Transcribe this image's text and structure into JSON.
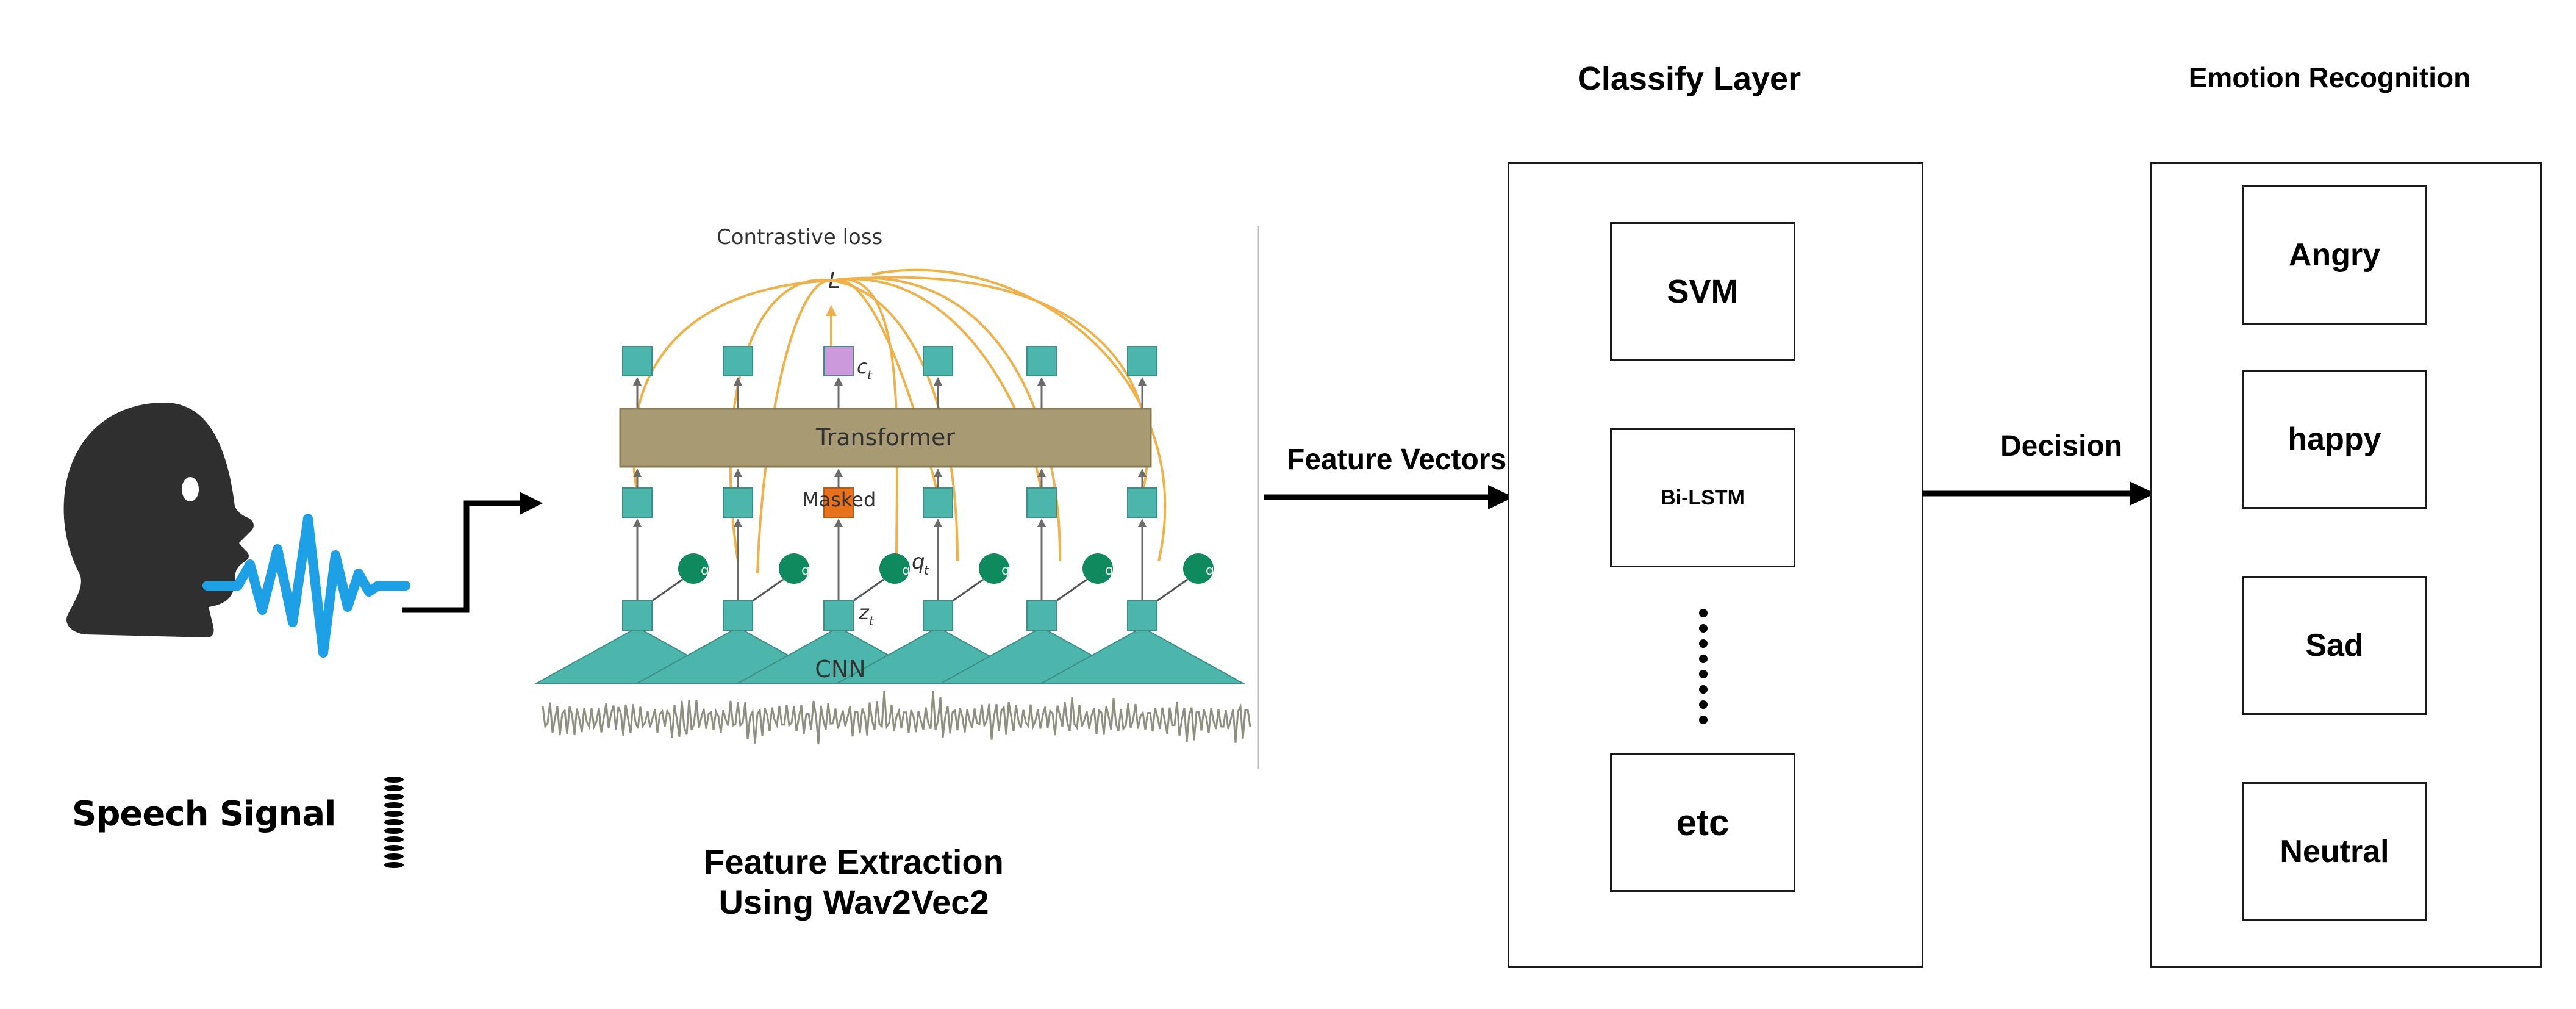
{
  "speech": {
    "label": "Speech Signal"
  },
  "wav2vec": {
    "contrastive_loss": "Contrastive loss",
    "loss_symbol": "L",
    "context_symbol": "c",
    "context_sub": "t",
    "transformer_label": "Transformer",
    "masked_label": "Masked",
    "q_label": "q",
    "qt_symbol": "q",
    "qt_sub": "t",
    "zt_symbol": "z",
    "zt_sub": "t",
    "cnn_label": "CNN",
    "caption_line1": "Feature Extraction",
    "caption_line2": "Using Wav2Vec2"
  },
  "arrows": {
    "feature_vectors": "Feature Vectors",
    "decision": "Decision"
  },
  "classify": {
    "title": "Classify Layer",
    "items": [
      "SVM",
      "Bi-LSTM",
      "etc"
    ]
  },
  "emotion": {
    "title": "Emotion Recognition",
    "items": [
      "Angry",
      "happy",
      "Sad",
      "Neutral"
    ]
  },
  "colors": {
    "teal": "#4db6ac",
    "teal_dark": "#3a8f87",
    "q_green": "#0f8a5f",
    "transformer": "#a89a72",
    "masked": "#e8711c",
    "context": "#cc99dd",
    "orange_line": "#f0b14a",
    "speech_blue": "#1ea0e6",
    "head": "#2f2f2f"
  }
}
